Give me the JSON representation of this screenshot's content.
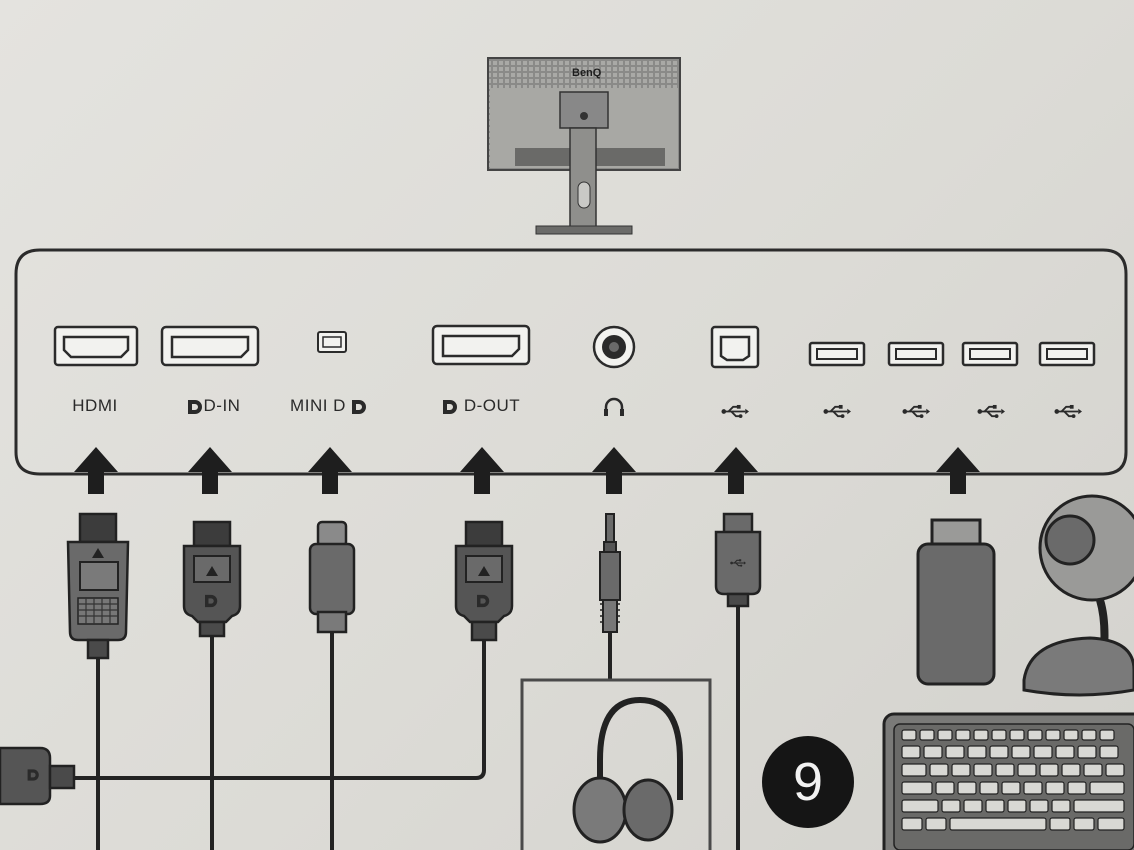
{
  "monitor": {
    "brand_label": "BenQ"
  },
  "ports": [
    {
      "label": "HDMI"
    },
    {
      "label": "D-IN"
    },
    {
      "label": "MINI D"
    },
    {
      "label": "D-OUT"
    },
    {
      "label": ""
    },
    {
      "label": ""
    }
  ],
  "usb_a_port_count": 4,
  "step": {
    "number": "9"
  },
  "icons": {
    "displayport": "displayport-icon",
    "headphone": "headphone-icon",
    "usb": "usb-icon"
  },
  "colors": {
    "line": "#2b2b2b",
    "connector_fill": "#6a6a6a",
    "connector_dark": "#3c3c3c",
    "badge": "#151515"
  }
}
